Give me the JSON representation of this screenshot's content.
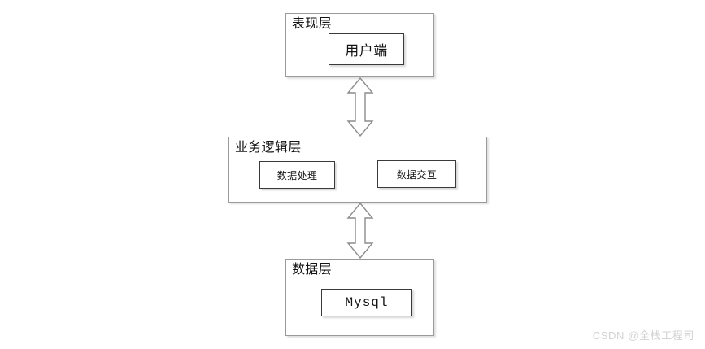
{
  "diagram": {
    "type": "layered-architecture",
    "background_color": "#ffffff",
    "layers": [
      {
        "id": "presentation",
        "title": "表现层",
        "nodes": [
          {
            "id": "client",
            "label": "用户端"
          }
        ]
      },
      {
        "id": "business",
        "title": "业务逻辑层",
        "nodes": [
          {
            "id": "data-processing",
            "label": "数据处理"
          },
          {
            "id": "data-exchange",
            "label": "数据交互"
          }
        ]
      },
      {
        "id": "data",
        "title": "数据层",
        "nodes": [
          {
            "id": "mysql",
            "label": "Mysql"
          }
        ]
      }
    ],
    "connectors": [
      {
        "id": "presentation-business",
        "icon": "double-arrow-vertical-icon",
        "from": "presentation",
        "to": "business",
        "direction": "bidirectional"
      },
      {
        "id": "business-data",
        "icon": "double-arrow-vertical-icon",
        "from": "business",
        "to": "data",
        "direction": "bidirectional"
      }
    ],
    "colors": {
      "layer_border": "#9a9a9a",
      "node_border": "#3a3a3a",
      "arrow_stroke": "#8c8c8c",
      "arrow_fill": "#ffffff",
      "text": "#141414",
      "watermark": "#d2d2d2"
    }
  },
  "watermark": {
    "text": "CSDN @全栈工程司"
  }
}
